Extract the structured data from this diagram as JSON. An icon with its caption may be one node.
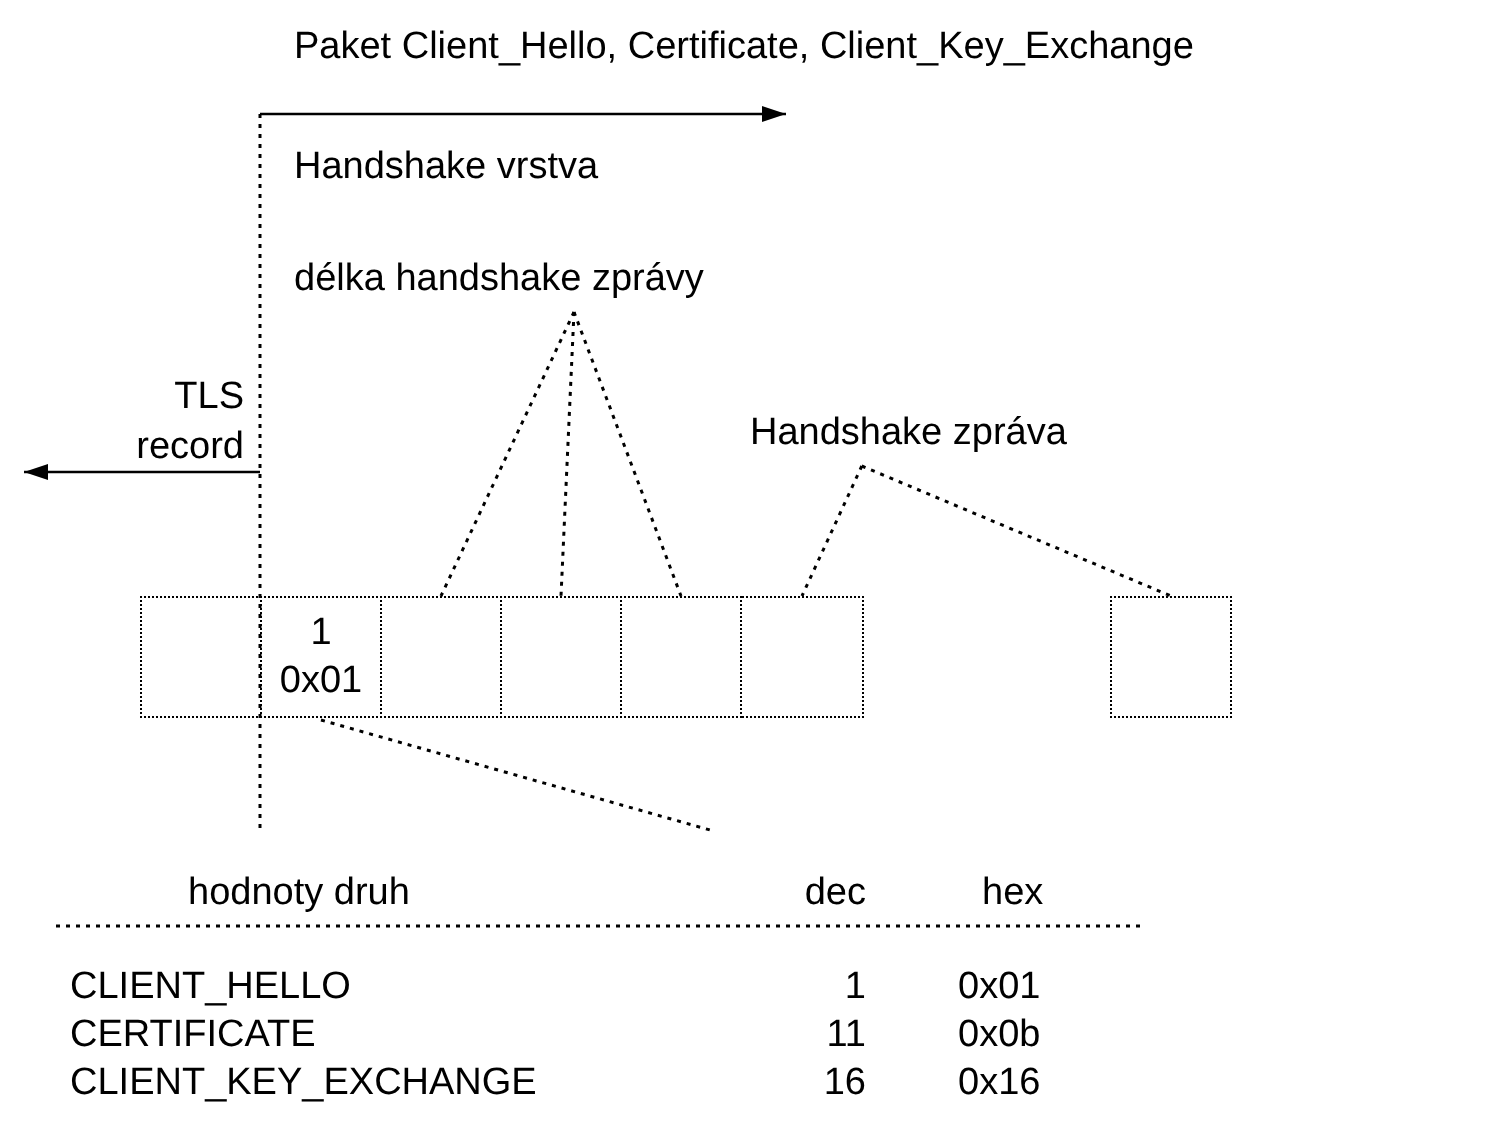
{
  "diagram": {
    "nodes": [
      {
        "text": [
          "délka handshake zprávy"
        ]
      },
      {
        "text": [
          "Handshake zpráva"
        ]
      },
      {
        "text": [],
        "shape": "box"
      },
      {
        "text": [
          "1",
          "0x01"
        ]
      },
      {
        "text": [],
        "shape": "box"
      },
      {
        "text": [],
        "shape": "box"
      },
      {
        "text": [],
        "shape": "box"
      },
      {
        "text": [],
        "shape": "box"
      },
      {
        "text": [],
        "shape": "box"
      }
    ],
    "edges": [
      {
        "from": 0,
        "to": 4,
        "arrow": "none",
        "style": "dashed"
      },
      {
        "from": 0,
        "to": 5,
        "arrow": "none",
        "style": "dashed"
      },
      {
        "from": 0,
        "to": 6,
        "arrow": "none",
        "style": "dashed"
      },
      {
        "from": 1,
        "to": 7,
        "arrow": "none",
        "style": "dashed"
      },
      {
        "from": 1,
        "to": 8,
        "arrow": "none",
        "style": "dashed"
      },
      {
        "from": 3,
        "to": null,
        "arrow": "none",
        "style": "dashed"
      }
    ],
    "labels": [
      "Paket Client_Hello, Certificate, Client_Key_Exchange",
      "Handshake vrstva",
      "TLS record",
      "hodnoty druh",
      "dec",
      "hex",
      "CLIENT_HELLO",
      "1",
      "0x01",
      "CERTIFICATE",
      "11",
      "0x0b",
      "CLIENT_KEY_EXCHANGE",
      "16",
      "0x16"
    ]
  }
}
